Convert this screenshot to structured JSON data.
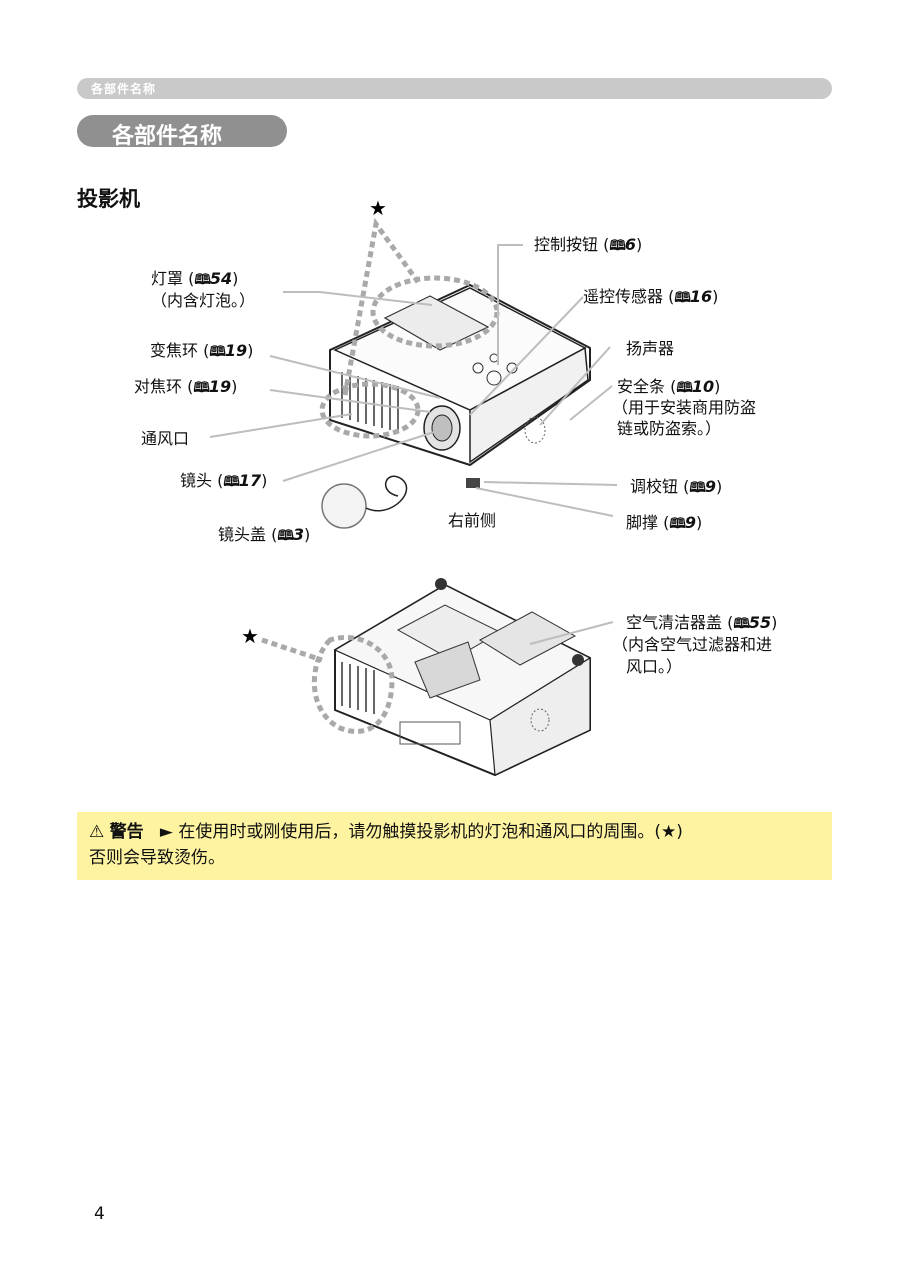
{
  "header": {
    "breadcrumb": "各部件名称"
  },
  "section": {
    "title": "各部件名称"
  },
  "subsection": {
    "title": "投影机"
  },
  "icons": {
    "star": "star-icon",
    "book": "book-reference-icon",
    "warning": "warning-triangle-icon"
  },
  "front_view": {
    "caption": "右前侧",
    "callouts": [
      {
        "label": "灯罩 (",
        "ref": "54",
        "close": ")"
      },
      {
        "label": "（内含灯泡。）"
      },
      {
        "label": "变焦环 (",
        "ref": "19",
        "close": ")"
      },
      {
        "label": "对焦环 (",
        "ref": "19",
        "close": ")"
      },
      {
        "label": "通风口"
      },
      {
        "label": "镜头 (",
        "ref": "17",
        "close": ")"
      },
      {
        "label": "镜头盖 (",
        "ref": "3",
        "close": ")"
      },
      {
        "label": "控制按钮 (",
        "ref": "6",
        "close": ")"
      },
      {
        "label": "遥控传感器 (",
        "ref": "16",
        "close": ")"
      },
      {
        "label": "扬声器"
      },
      {
        "label": "安全条 (",
        "ref": "10",
        "close": ")"
      },
      {
        "label": "（用于安装商用防盗"
      },
      {
        "label": "链或防盗索。）"
      },
      {
        "label": "调校钮 (",
        "ref": "9",
        "close": ")"
      },
      {
        "label": "脚撑 (",
        "ref": "9",
        "close": ")"
      }
    ]
  },
  "bottom_view": {
    "callouts": [
      {
        "label": "空气清洁器盖 (",
        "ref": "55",
        "close": ")"
      },
      {
        "label": "（内含空气过滤器和进"
      },
      {
        "label": "风口。）"
      }
    ]
  },
  "warning": {
    "symbol": "⚠",
    "title": "警告",
    "arrow": "►",
    "line1": "在使用时或刚使用后，请勿触摸投影机的灯泡和通风口的周围。(★)",
    "line2": "否则会导致烫伤。"
  },
  "footer": {
    "page_number": "4"
  },
  "colors": {
    "warning_bg": "#fdf3a0",
    "dash": "#a9a9a9",
    "pill": "#909090",
    "header_bar": "#c9c9c9"
  }
}
